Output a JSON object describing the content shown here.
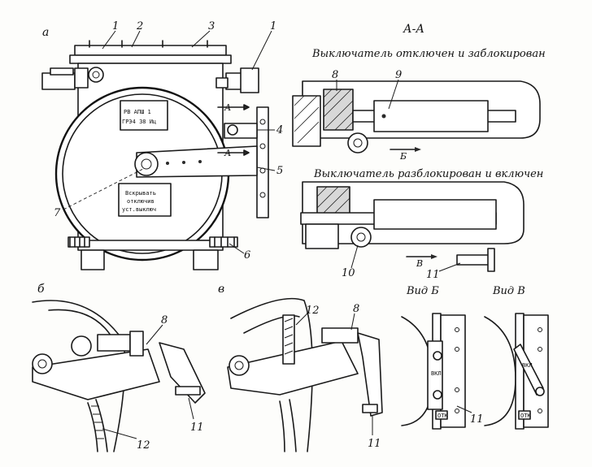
{
  "panels": {
    "a": "а",
    "b": "б",
    "v": "в"
  },
  "section": {
    "title": "А-А",
    "caption_locked": "Выключатель отключен и заблокирован",
    "caption_unlocked": "Выключатель разблокирован и включен"
  },
  "views": {
    "b": "Вид Б",
    "v": "Вид В"
  },
  "plates": {
    "top_line1": "РВ АПШ 1",
    "top_line2": "ГРЭ4 38 Иц",
    "bottom_line1": "Вскрывать",
    "bottom_line2": "отключив",
    "bottom_line3": "уст.выключ"
  },
  "markers": {
    "section_a": "А",
    "arrow_b": "Б",
    "arrow_v": "В",
    "label_vkl": "ВКЛ",
    "label_off": "ОТК"
  },
  "callouts": {
    "n1": "1",
    "n2": "2",
    "n3": "3",
    "n4": "4",
    "n5": "5",
    "n6": "6",
    "n7": "7",
    "n8": "8",
    "n9": "9",
    "n10": "10",
    "n11": "11",
    "n12": "12"
  }
}
